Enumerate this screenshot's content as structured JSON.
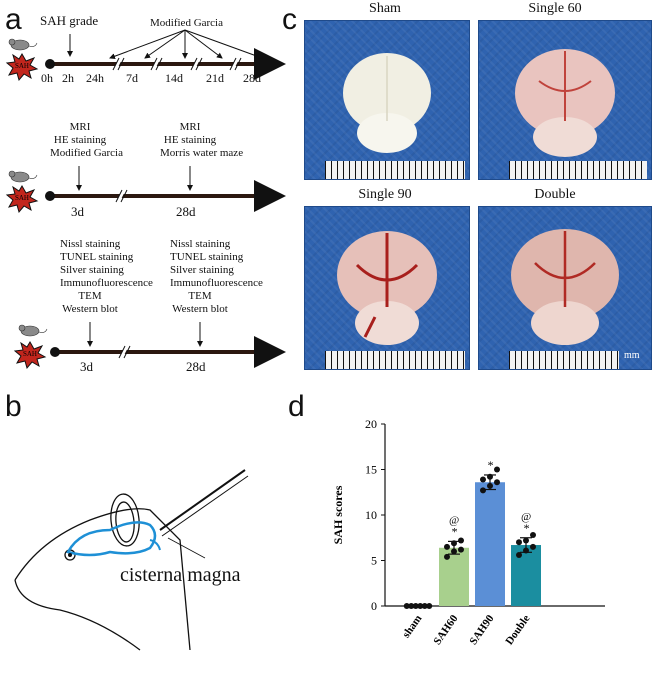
{
  "panels": {
    "a": "a",
    "b": "b",
    "c": "c",
    "d": "d"
  },
  "timeline1": {
    "sah_grade": "SAH grade",
    "modified_garcia": "Modified Garcia",
    "ticks": [
      "0h",
      "2h",
      "24h",
      "7d",
      "14d",
      "21d",
      "28d"
    ],
    "badge": "SAH"
  },
  "timeline2": {
    "left_block": [
      "MRI",
      "HE staining",
      "Modified Garcia"
    ],
    "right_block": [
      "MRI",
      "HE staining",
      "Morris water maze"
    ],
    "ticks": [
      "3d",
      "28d"
    ],
    "badge": "SAH"
  },
  "timeline3": {
    "left_block": [
      "Nissl staining",
      "TUNEL staining",
      "Silver staining",
      "Immunofluorescence",
      "TEM",
      "Western blot"
    ],
    "right_block": [
      "Nissl staining",
      "TUNEL staining",
      "Silver staining",
      "Immunofluorescence",
      "TEM",
      "Western blot"
    ],
    "ticks": [
      "3d",
      "28d"
    ],
    "badge": "SAH"
  },
  "photos": {
    "titles": [
      "Sham",
      "Single 60",
      "Single 90",
      "Double"
    ],
    "scale": "mm"
  },
  "diagram_b": {
    "label": "cisterna magna"
  },
  "chart_data": {
    "type": "bar",
    "categories": [
      "sham",
      "SAH60",
      "SAH90",
      "Double"
    ],
    "values": [
      0,
      6.4,
      13.6,
      6.7
    ],
    "errors": [
      0,
      0.7,
      0.8,
      0.8
    ],
    "points": [
      [
        0,
        0,
        0,
        0,
        0,
        0
      ],
      [
        5.4,
        6.0,
        6.2,
        6.5,
        6.9,
        7.2
      ],
      [
        12.7,
        13.2,
        13.6,
        13.9,
        14.2,
        15.0
      ],
      [
        5.6,
        6.1,
        6.5,
        7.0,
        7.2,
        7.8
      ]
    ],
    "bar_colors": [
      "#ffffff",
      "#a8d08d",
      "#5b8fd6",
      "#1b8ea0"
    ],
    "annotations": [
      "",
      "@\n*",
      "*",
      "@\n*"
    ],
    "ylabel": "SAH scores",
    "ylim": [
      0,
      20
    ],
    "yticks": [
      0,
      5,
      10,
      15,
      20
    ]
  }
}
